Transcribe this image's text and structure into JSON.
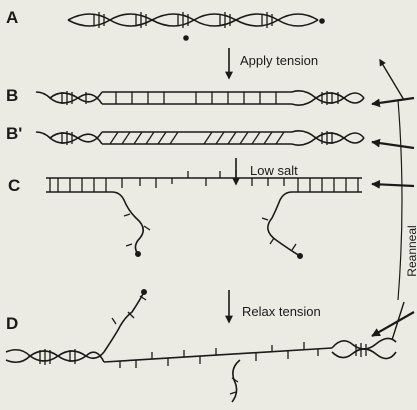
{
  "panels": {
    "a": "A",
    "b": "B",
    "b_prime": "B'",
    "c": "C",
    "d": "D"
  },
  "steps": {
    "apply_tension": "Apply tension",
    "low_salt": "Low salt",
    "relax_tension": "Relax tension"
  },
  "side_label": "Reanneal",
  "colors": {
    "ink": "#1a1a1a",
    "paper": "#ecebe3"
  }
}
